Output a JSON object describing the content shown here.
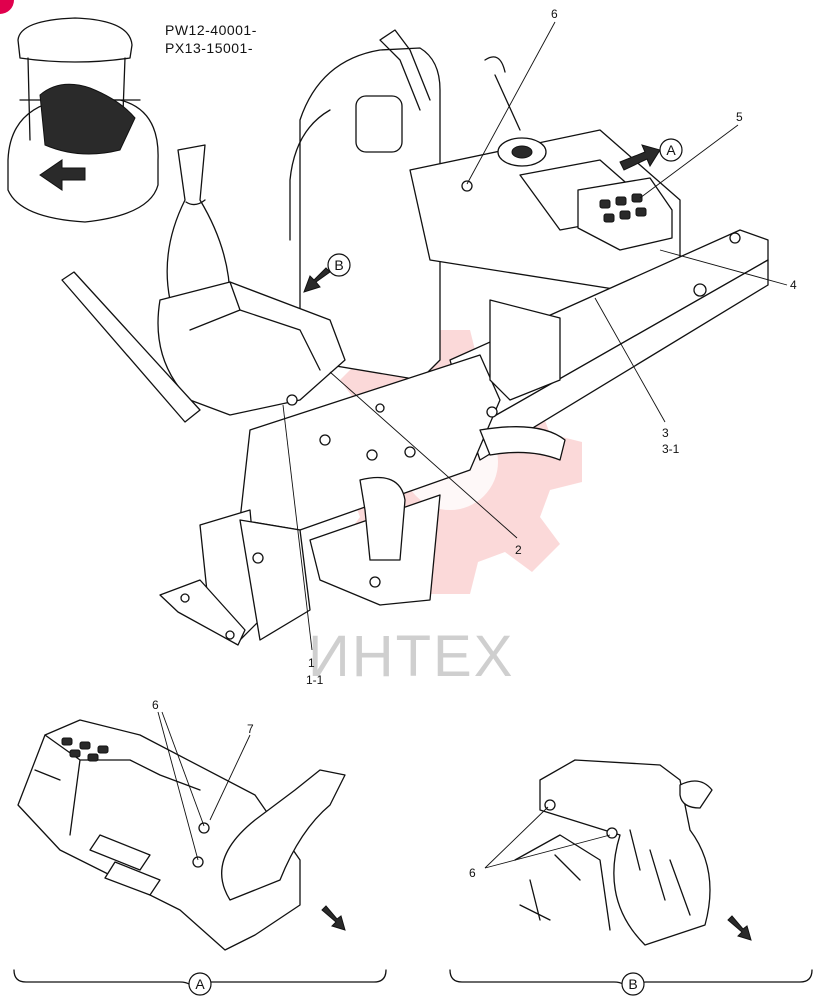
{
  "header": {
    "serial_1": "PW12-40001-",
    "serial_2": "PX13-15001-"
  },
  "watermark": "ИНТЕХ",
  "callouts": {
    "c1": "1",
    "c1_1": "1-1",
    "c2": "2",
    "c3": "3",
    "c3_1": "3-1",
    "c4": "4",
    "c5": "5",
    "c6_main": "6",
    "c6_a": "6",
    "c7": "7",
    "c6_b": "6"
  },
  "view_markers": {
    "a_main": "A",
    "b_main": "B",
    "a_detail": "A",
    "b_detail": "B"
  },
  "colors": {
    "line": "#111111",
    "watermark_gear": "#f8b9b9",
    "watermark_text": "#cfcfcf",
    "corner_badge": "#e0004d"
  }
}
